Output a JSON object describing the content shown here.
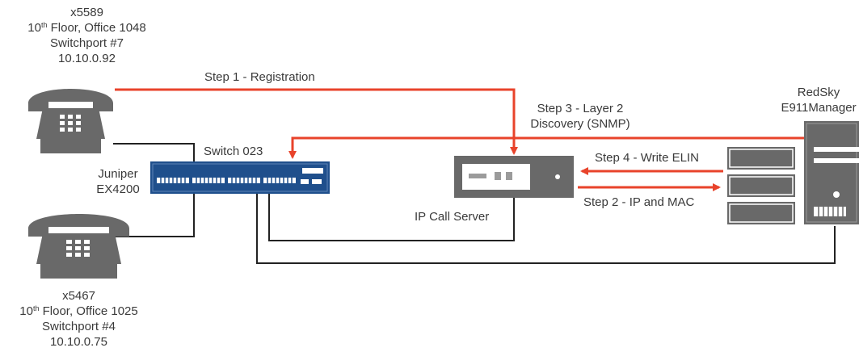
{
  "diagram": {
    "phone_top": {
      "extension": "x5589",
      "floor_prefix": "10",
      "floor_suffix": "th",
      "floor_rest": " Floor, Office 1048",
      "switchport": "Switchport #7",
      "ip": "10.10.0.92"
    },
    "phone_bottom": {
      "extension": "x5467",
      "floor_prefix": "10",
      "floor_suffix": "th",
      "floor_rest": " Floor, Office 1025",
      "switchport": "Switchport #4",
      "ip": "10.10.0.75"
    },
    "switch": {
      "name": "Switch 023",
      "vendor": "Juniper",
      "model": "EX4200"
    },
    "call_server": {
      "label": "IP Call Server"
    },
    "manager": {
      "line1": "RedSky",
      "line2": "E911Manager"
    },
    "steps": {
      "step1": "Step 1 - Registration",
      "step2": "Step 2 - IP and MAC",
      "step3_line1": "Step 3 - Layer 2",
      "step3_line2": "Discovery (SNMP)",
      "step4": "Step 4 - Write ELIN"
    },
    "colors": {
      "arrow": "#e8432b",
      "device": "#696969",
      "device_light": "#9b9b9b",
      "switch_body": "#1f4f8c",
      "text": "#3a3a3a"
    }
  }
}
